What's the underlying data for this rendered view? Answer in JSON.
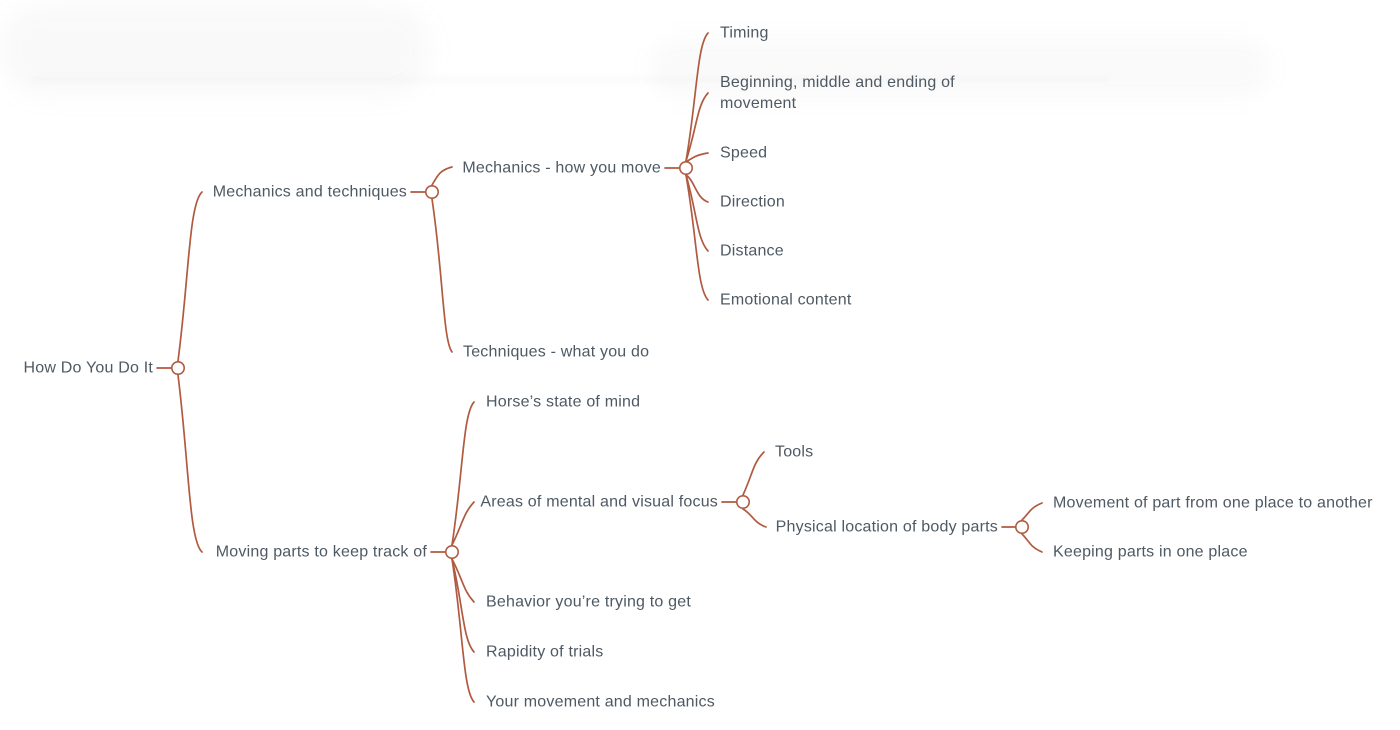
{
  "theme": {
    "line_color": "#b05a40",
    "text_color": "#4e5963",
    "background_color": "#ffffff"
  },
  "mindmap": {
    "root": {
      "label": "How Do You Do It",
      "children": [
        {
          "label": "Mechanics and techniques",
          "children": [
            {
              "label": "Mechanics - how you move",
              "children": [
                {
                  "label": "Timing"
                },
                {
                  "label": "Beginning, middle and ending of movement"
                },
                {
                  "label": "Speed"
                },
                {
                  "label": "Direction"
                },
                {
                  "label": "Distance"
                },
                {
                  "label": "Emotional content"
                }
              ]
            },
            {
              "label": "Techniques - what you do"
            }
          ]
        },
        {
          "label": "Moving parts to keep track of",
          "children": [
            {
              "label": "Horse’s state of mind"
            },
            {
              "label": "Areas of mental and visual focus",
              "children": [
                {
                  "label": "Tools"
                },
                {
                  "label": "Physical location of body parts",
                  "children": [
                    {
                      "label": "Movement of part from one place to another"
                    },
                    {
                      "label": "Keeping parts in one place"
                    }
                  ]
                }
              ]
            },
            {
              "label": "Behavior you’re trying to get"
            },
            {
              "label": "Rapidity of trials"
            },
            {
              "label": "Your movement and mechanics"
            }
          ]
        }
      ]
    }
  }
}
